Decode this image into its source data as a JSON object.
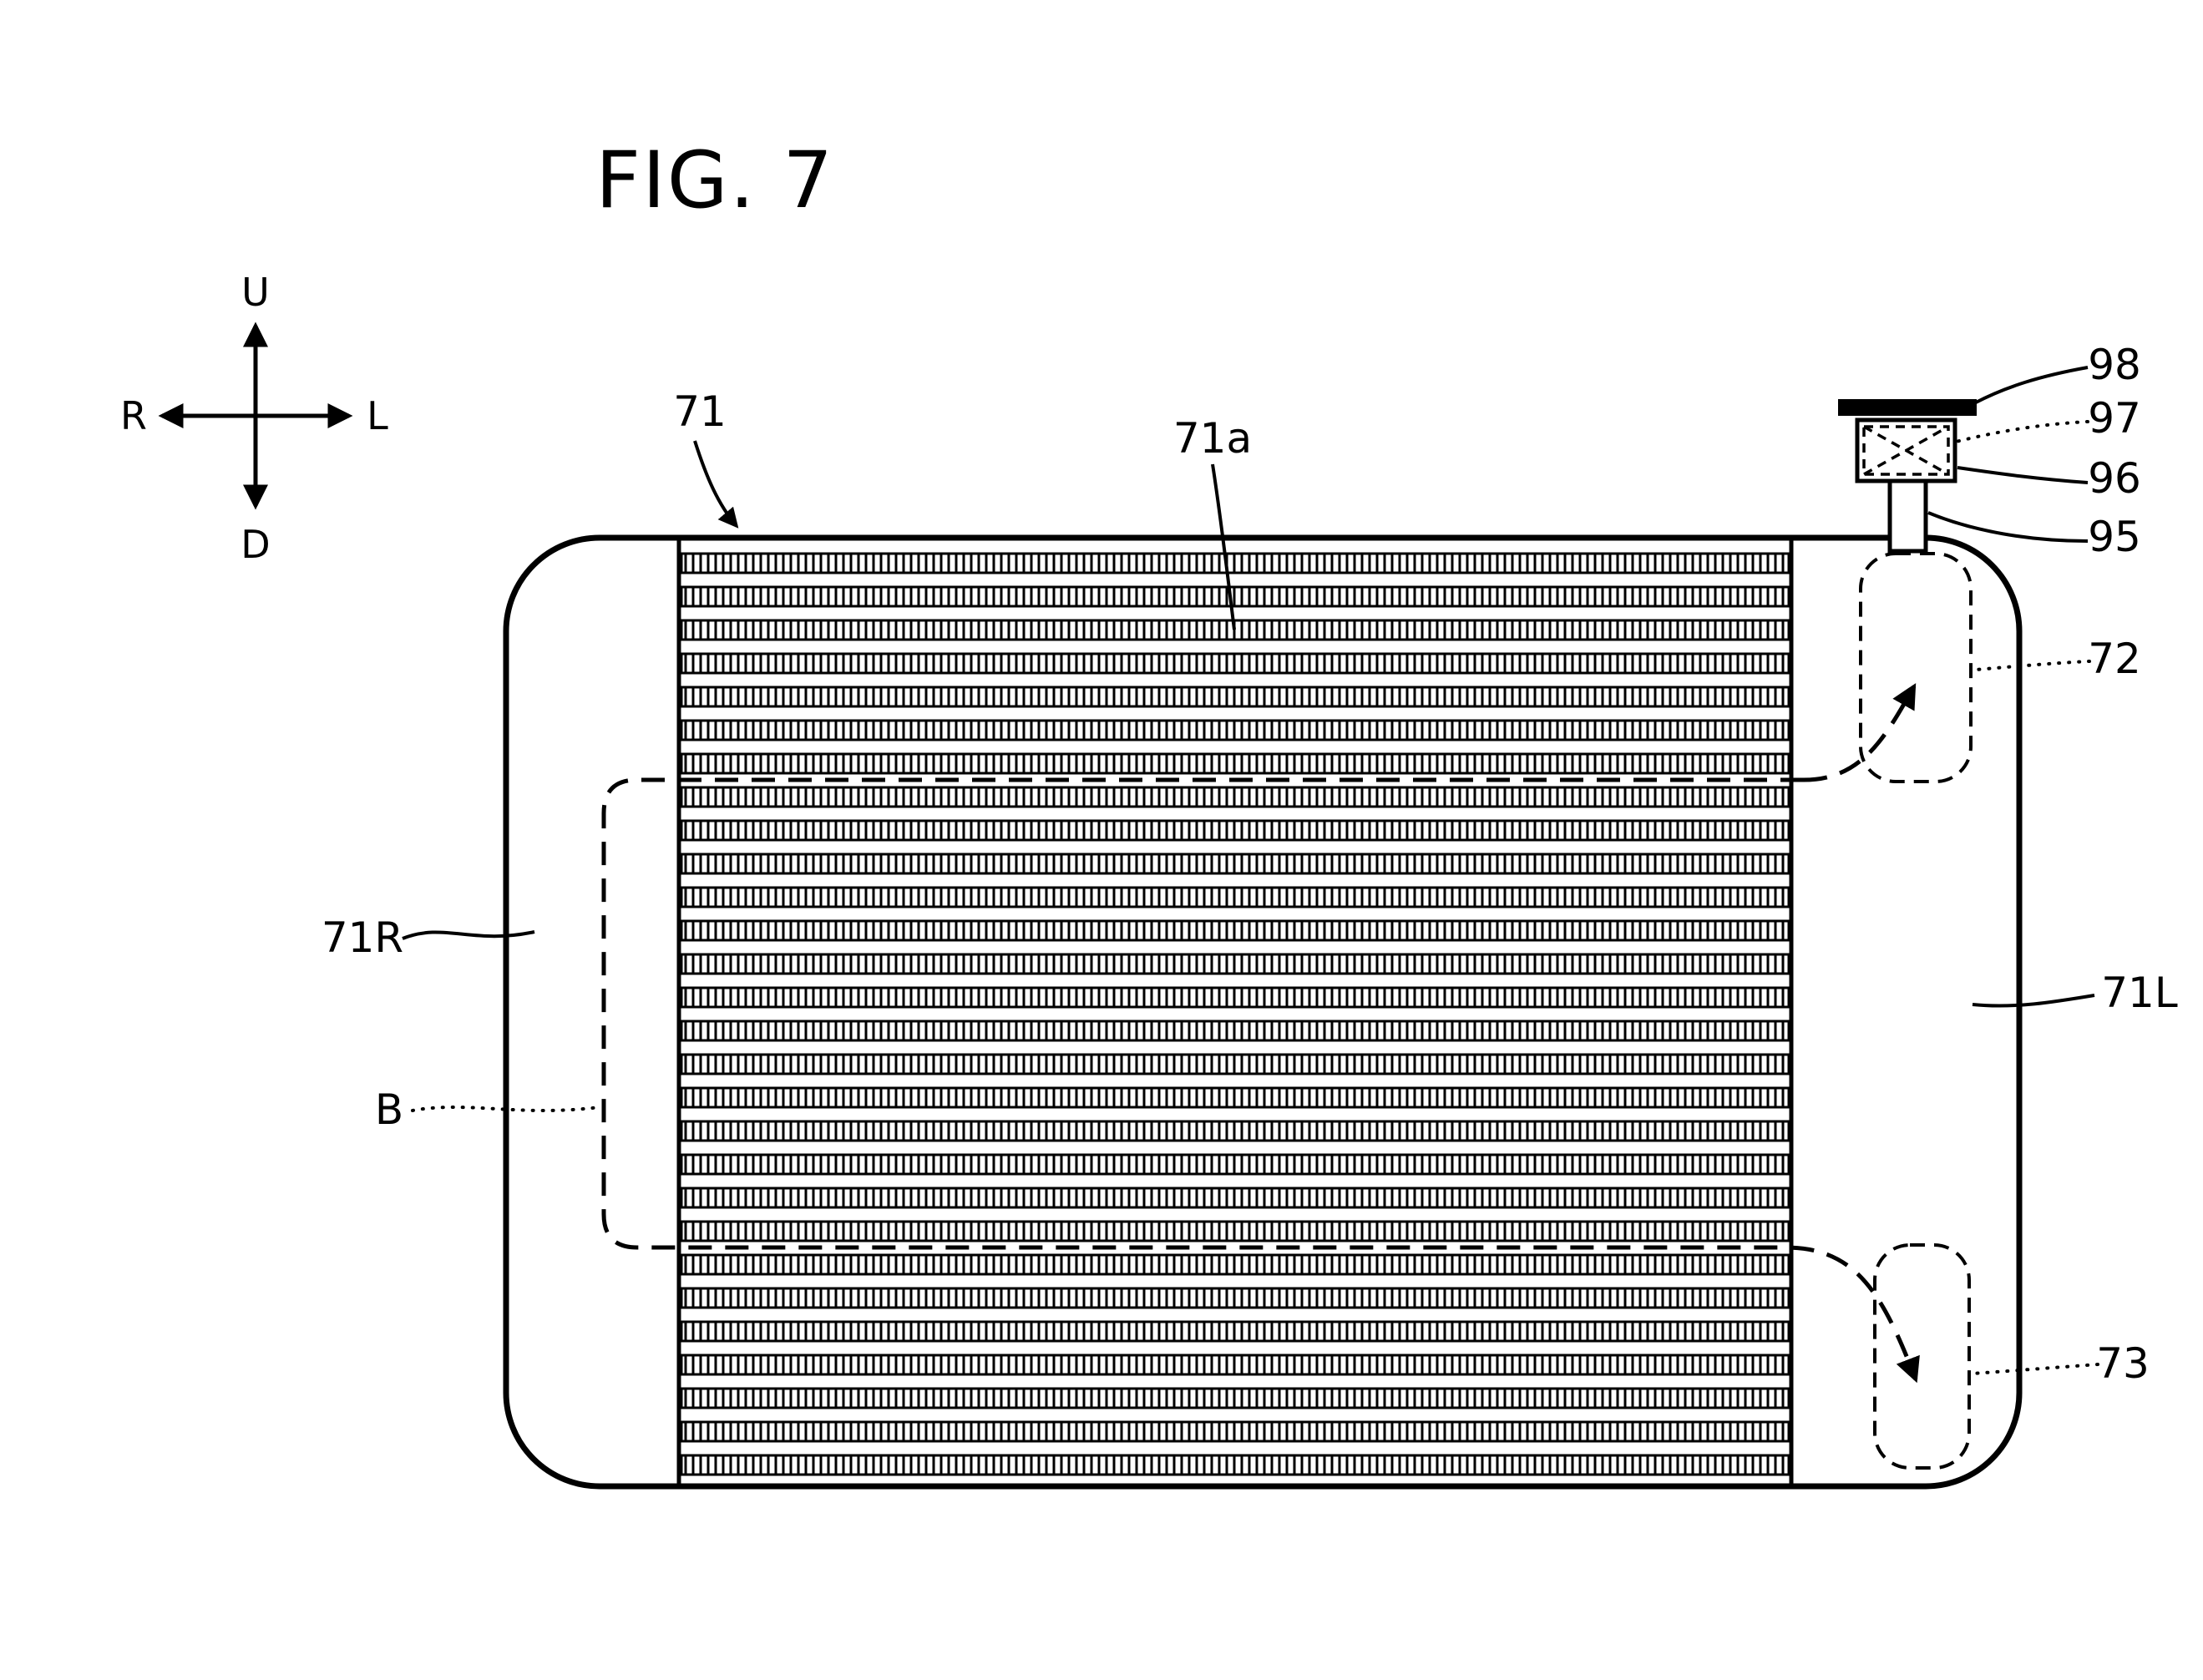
{
  "colors": {
    "ink": "#000000",
    "paper": "#ffffff"
  },
  "figure": {
    "title": "FIG. 7"
  },
  "compass": {
    "up": "U",
    "down": "D",
    "left_side": "R",
    "right_side": "L"
  },
  "core": {
    "tube_count": 28
  },
  "labels": {
    "l71": "71",
    "l71a": "71a",
    "l71R": "71R",
    "l71L": "71L",
    "lB": "B",
    "l72": "72",
    "l73": "73",
    "l95": "95",
    "l96": "96",
    "l97": "97",
    "l98": "98"
  }
}
